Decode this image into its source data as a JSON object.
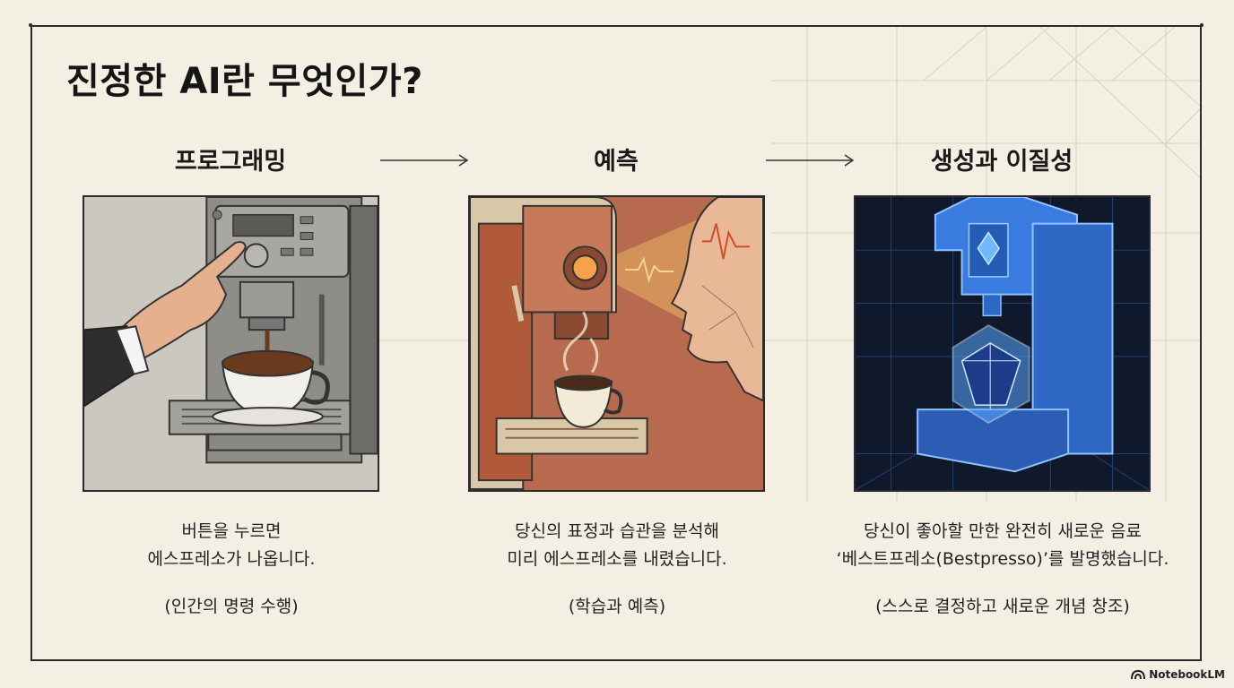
{
  "title": "진정한 AI란 무엇인가?",
  "columns": [
    {
      "heading": "프로그래밍",
      "desc_line1": "버튼을 누르면",
      "desc_line2": "에스프레소가 나옵니다.",
      "note": "(인간의 명령 수행)",
      "illustration": "hand-pressing-espresso-button"
    },
    {
      "heading": "예측",
      "desc_line1": "당신의 표정과 습관을 분석해",
      "desc_line2": "미리 에스프레소를 내렸습니다.",
      "note": "(학습과 예측)",
      "illustration": "machine-scanning-face"
    },
    {
      "heading": "생성과 이질성",
      "desc_line1": "당신이 좋아할 만한 완전히 새로운 음료",
      "desc_line2": "‘베스트프레소(Bestpresso)’를 발명했습니다.",
      "note": "(스스로 결정하고 새로운 개념 창조)",
      "illustration": "holographic-crystal-machine"
    }
  ],
  "brand": {
    "label": "NotebookLM",
    "icon": "notebooklm-logo-icon"
  },
  "colors": {
    "background": "#f4efe3",
    "panel1_bg": "#c9c6be",
    "panel2_bg": "#b86a4e",
    "panel3_bg": "#10182c",
    "accent_blue": "#3a7be0"
  }
}
